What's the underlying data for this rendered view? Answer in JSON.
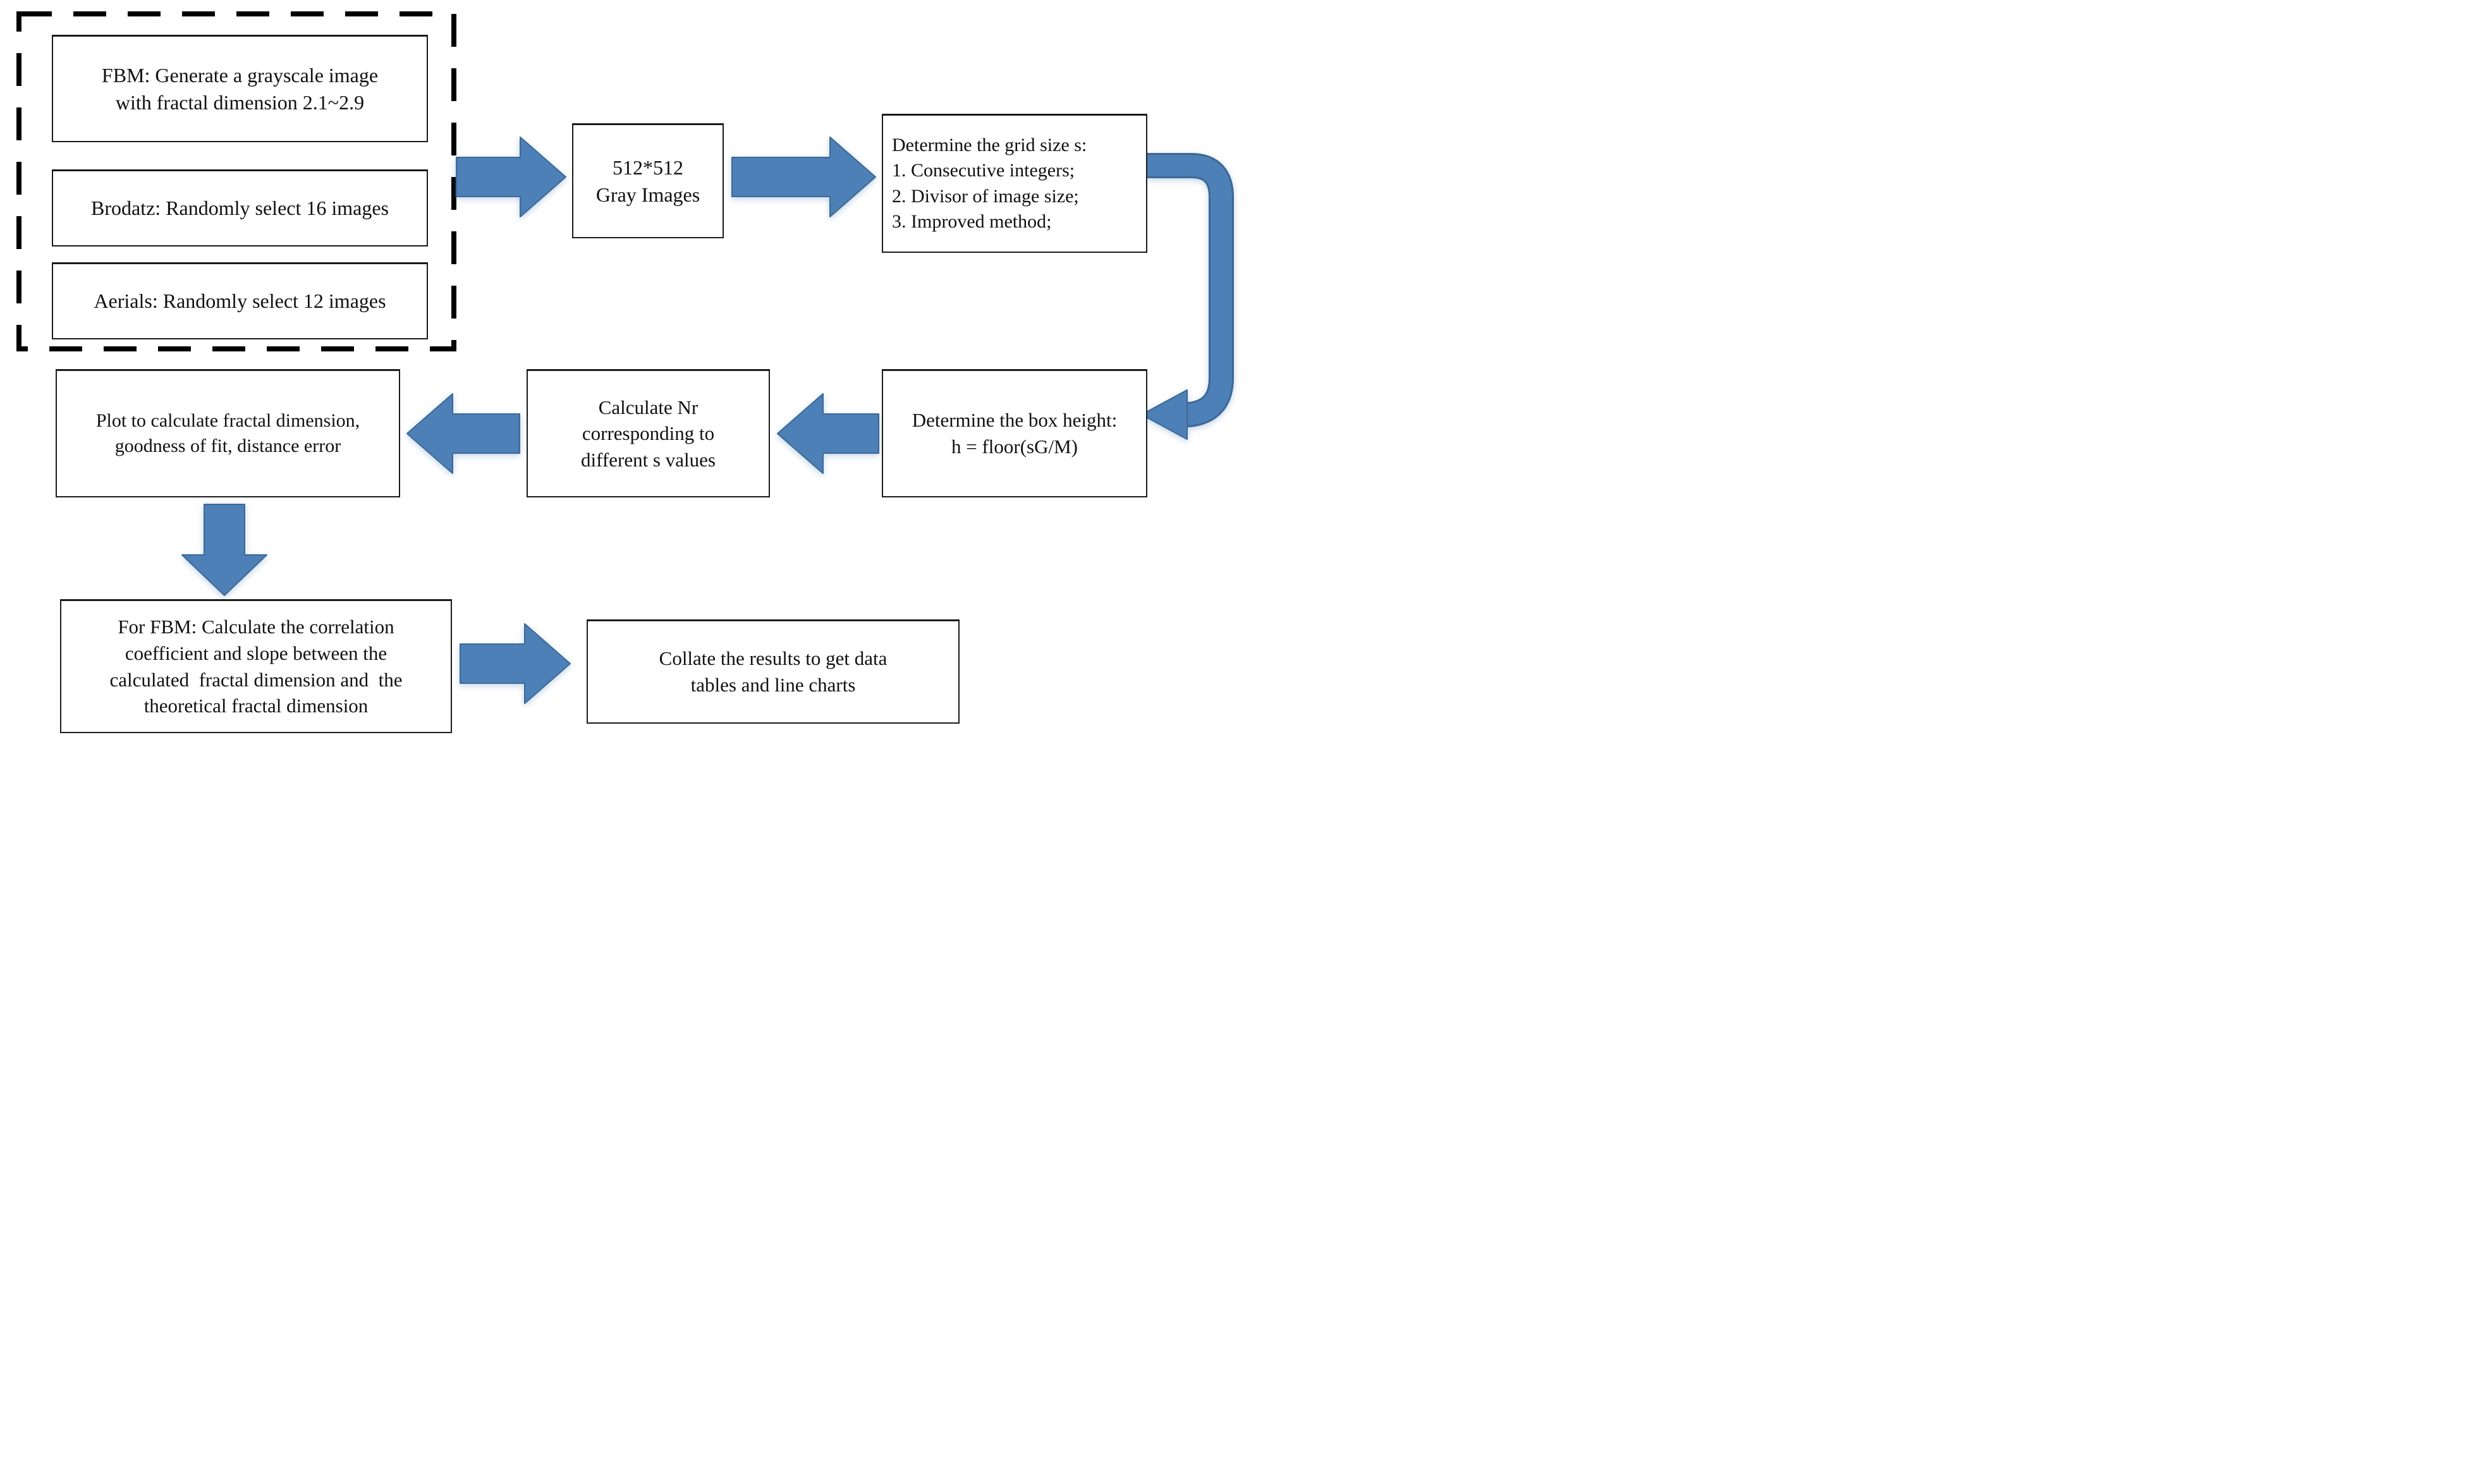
{
  "colors": {
    "arrow_fill": "#4d80b7",
    "arrow_edge": "#3c6895",
    "box_border": "#1a1a1a",
    "dashed_border": "#000000",
    "text": "#111111",
    "background": "#ffffff"
  },
  "nodes": {
    "fbm": {
      "text": "FBM: Generate a grayscale image with fractal dimension 2.1~2.9",
      "lines": [
        "FBM: Generate a grayscale image",
        "with fractal dimension 2.1~2.9"
      ]
    },
    "brodatz": {
      "text": "Brodatz: Randomly select 16 images",
      "lines": [
        "Brodatz: Randomly select 16 images"
      ]
    },
    "aerials": {
      "text": "Aerials: Randomly select 12 images",
      "lines": [
        "Aerials: Randomly select 12 images"
      ]
    },
    "gray_images": {
      "text": "512*512 Gray Images",
      "lines": [
        "512*512",
        "Gray Images"
      ]
    },
    "grid_size": {
      "text": "Determine the grid size s: 1. Consecutive integers; 2. Divisor of image size; 3. Improved method;",
      "lines": [
        "Determine the grid size s:",
        "1. Consecutive integers;",
        "2. Divisor of image size;",
        "3. Improved method;"
      ]
    },
    "box_height": {
      "text": "Determine the box height: h = floor(sG/M)",
      "lines": [
        "Determine the box height:",
        "h = floor(sG/M)"
      ]
    },
    "calc_nr": {
      "text": "Calculate Nr corresponding to different s values",
      "lines": [
        "Calculate Nr",
        "corresponding to",
        "different s values"
      ]
    },
    "plot": {
      "text": "Plot to calculate fractal dimension, goodness of fit, distance error",
      "lines": [
        "Plot to calculate fractal dimension,",
        "goodness of fit, distance error"
      ]
    },
    "fbm_correlation": {
      "text": "For FBM: Calculate the correlation coefficient and slope between the calculated fractal dimension and the theoretical fractal dimension",
      "lines": [
        "For FBM: Calculate the correlation",
        "coefficient and slope between the",
        "calculated  fractal dimension and  the",
        "theoretical fractal dimension"
      ]
    },
    "collate": {
      "text": "Collate the results to get data tables and line charts",
      "lines": [
        "Collate the results to get data",
        "tables and line charts"
      ]
    }
  },
  "arrows": [
    {
      "name": "arrow-sources-to-gray-images",
      "direction": "right"
    },
    {
      "name": "arrow-gray-images-to-grid-size",
      "direction": "right"
    },
    {
      "name": "arrow-grid-size-to-box-height",
      "direction": "elbow-down-left"
    },
    {
      "name": "arrow-box-height-to-calc-nr",
      "direction": "left"
    },
    {
      "name": "arrow-calc-nr-to-plot",
      "direction": "left"
    },
    {
      "name": "arrow-plot-to-fbm-correlation",
      "direction": "down"
    },
    {
      "name": "arrow-fbm-correlation-to-collate",
      "direction": "right"
    }
  ]
}
